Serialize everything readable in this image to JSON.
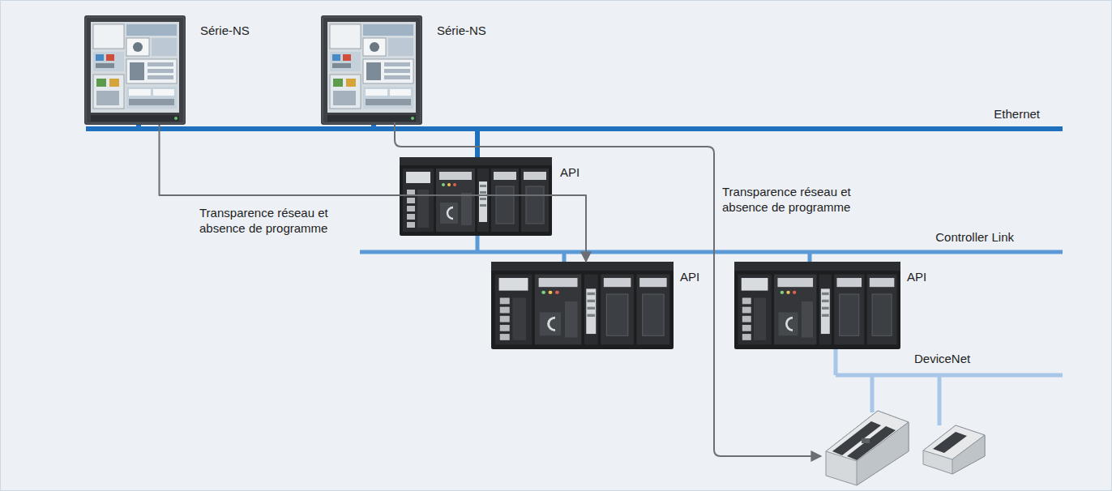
{
  "diagram": {
    "nodes": [
      {
        "text": [
          "Série-NS"
        ]
      },
      {
        "text": [
          "Série-NS"
        ]
      },
      {
        "text": [
          "API"
        ]
      },
      {
        "text": [
          "API"
        ]
      },
      {
        "text": [
          "API"
        ]
      }
    ],
    "edges": [
      {
        "from": 0,
        "to": 3,
        "arrow": "to",
        "label": "Transparence réseau et absence de programme"
      }
    ],
    "labels": [
      "Ethernet",
      "Controller Link",
      "DeviceNet",
      "Transparence réseau et absence de programme"
    ]
  }
}
